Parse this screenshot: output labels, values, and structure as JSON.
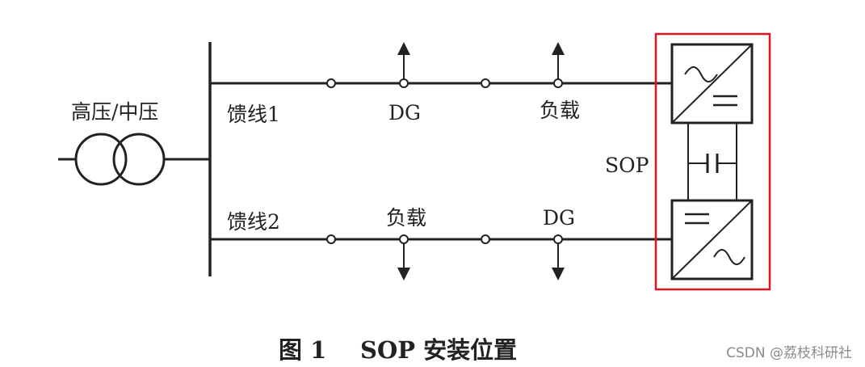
{
  "diagram": {
    "transformer_label": "高压/中压",
    "feeder1": {
      "label": "馈线1",
      "dg_label": "DG",
      "load_label": "负载"
    },
    "feeder2": {
      "label": "馈线2",
      "load_label": "负载",
      "dg_label": "DG"
    },
    "sop_label": "SOP",
    "converter_symbols": {
      "ac": "~",
      "dc": "="
    },
    "highlight_color": "#e0161c"
  },
  "caption": {
    "figure_no": "图 1",
    "title": "SOP 安装位置"
  },
  "watermark": "CSDN @荔枝科研社"
}
